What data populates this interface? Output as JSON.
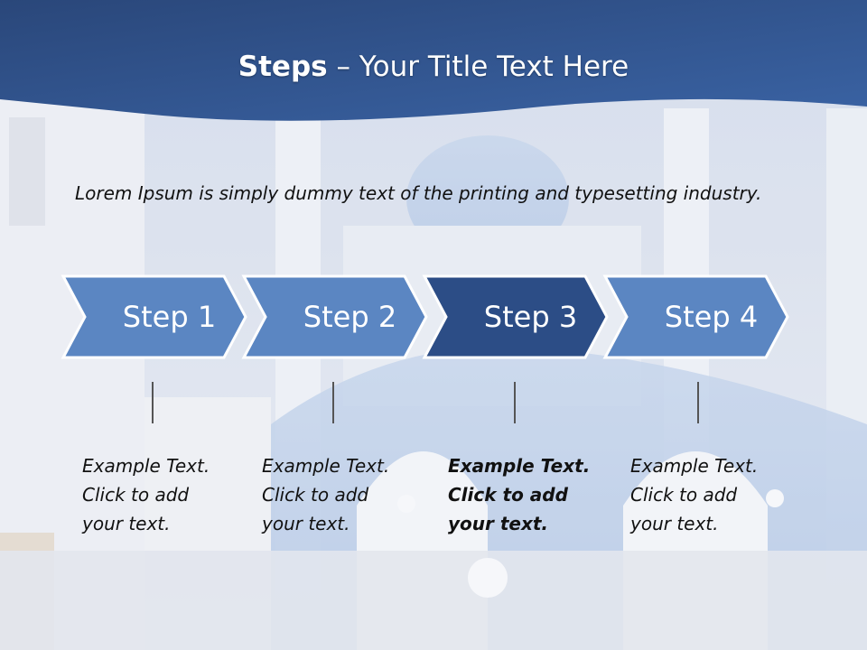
{
  "slide": {
    "title_bold": "Steps",
    "title_rest": " – Your Title Text Here",
    "intro": "Lorem Ipsum is simply dummy text of the printing and typesetting industry."
  },
  "steps": [
    {
      "label": "Step 1",
      "text": [
        "Example Text.",
        "Click  to add",
        "your text."
      ],
      "highlighted": false
    },
    {
      "label": "Step 2",
      "text": [
        "Example Text.",
        "Click  to add",
        "your text."
      ],
      "highlighted": false
    },
    {
      "label": "Step 3",
      "text": [
        "Example Text.",
        "Click  to add",
        "your text."
      ],
      "highlighted": true
    },
    {
      "label": "Step 4",
      "text": [
        "Example Text.",
        "Click  to add",
        "your text."
      ],
      "highlighted": false
    }
  ],
  "colors": {
    "header": "#2e5086",
    "chevron": "#5b86c2",
    "chevron_highlight": "#2c4d86",
    "chevron_border": "#ffffff"
  }
}
